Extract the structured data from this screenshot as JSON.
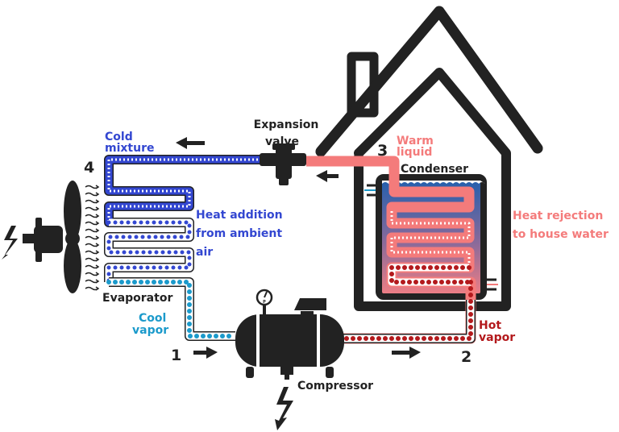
{
  "colors": {
    "cold": "#3347d1",
    "cool": "#1b9acb",
    "hot": "#b3191c",
    "warm": "#f47b7b",
    "dark": "#222222",
    "water_top": "#1f5fae",
    "water_bottom": "#f27f84"
  },
  "labels": {
    "cold_mixture": [
      "Cold",
      "mixture"
    ],
    "expansion_valve": [
      "Expansion",
      "valve"
    ],
    "state_4": "4",
    "heat_addition": [
      "Heat addition",
      "from ambient",
      "air"
    ],
    "evaporator": "Evaporator",
    "cool_vapor": [
      "Cool",
      "vapor"
    ],
    "state_1": "1",
    "compressor": "Compressor",
    "state_2": "2",
    "hot_vapor": [
      "Hot",
      "vapor"
    ],
    "state_3": "3",
    "warm_liquid": [
      "Warm",
      "liquid"
    ],
    "condenser": "Condenser",
    "heat_rejection": [
      "Heat rejection",
      "to house water"
    ],
    "gauge_letter": "P"
  },
  "icons": [
    "house-icon",
    "fan-icon",
    "lightning-icon",
    "compressor-icon",
    "expansion-valve-icon",
    "pressure-gauge-icon",
    "flow-arrow-icon",
    "airflow-icon"
  ]
}
